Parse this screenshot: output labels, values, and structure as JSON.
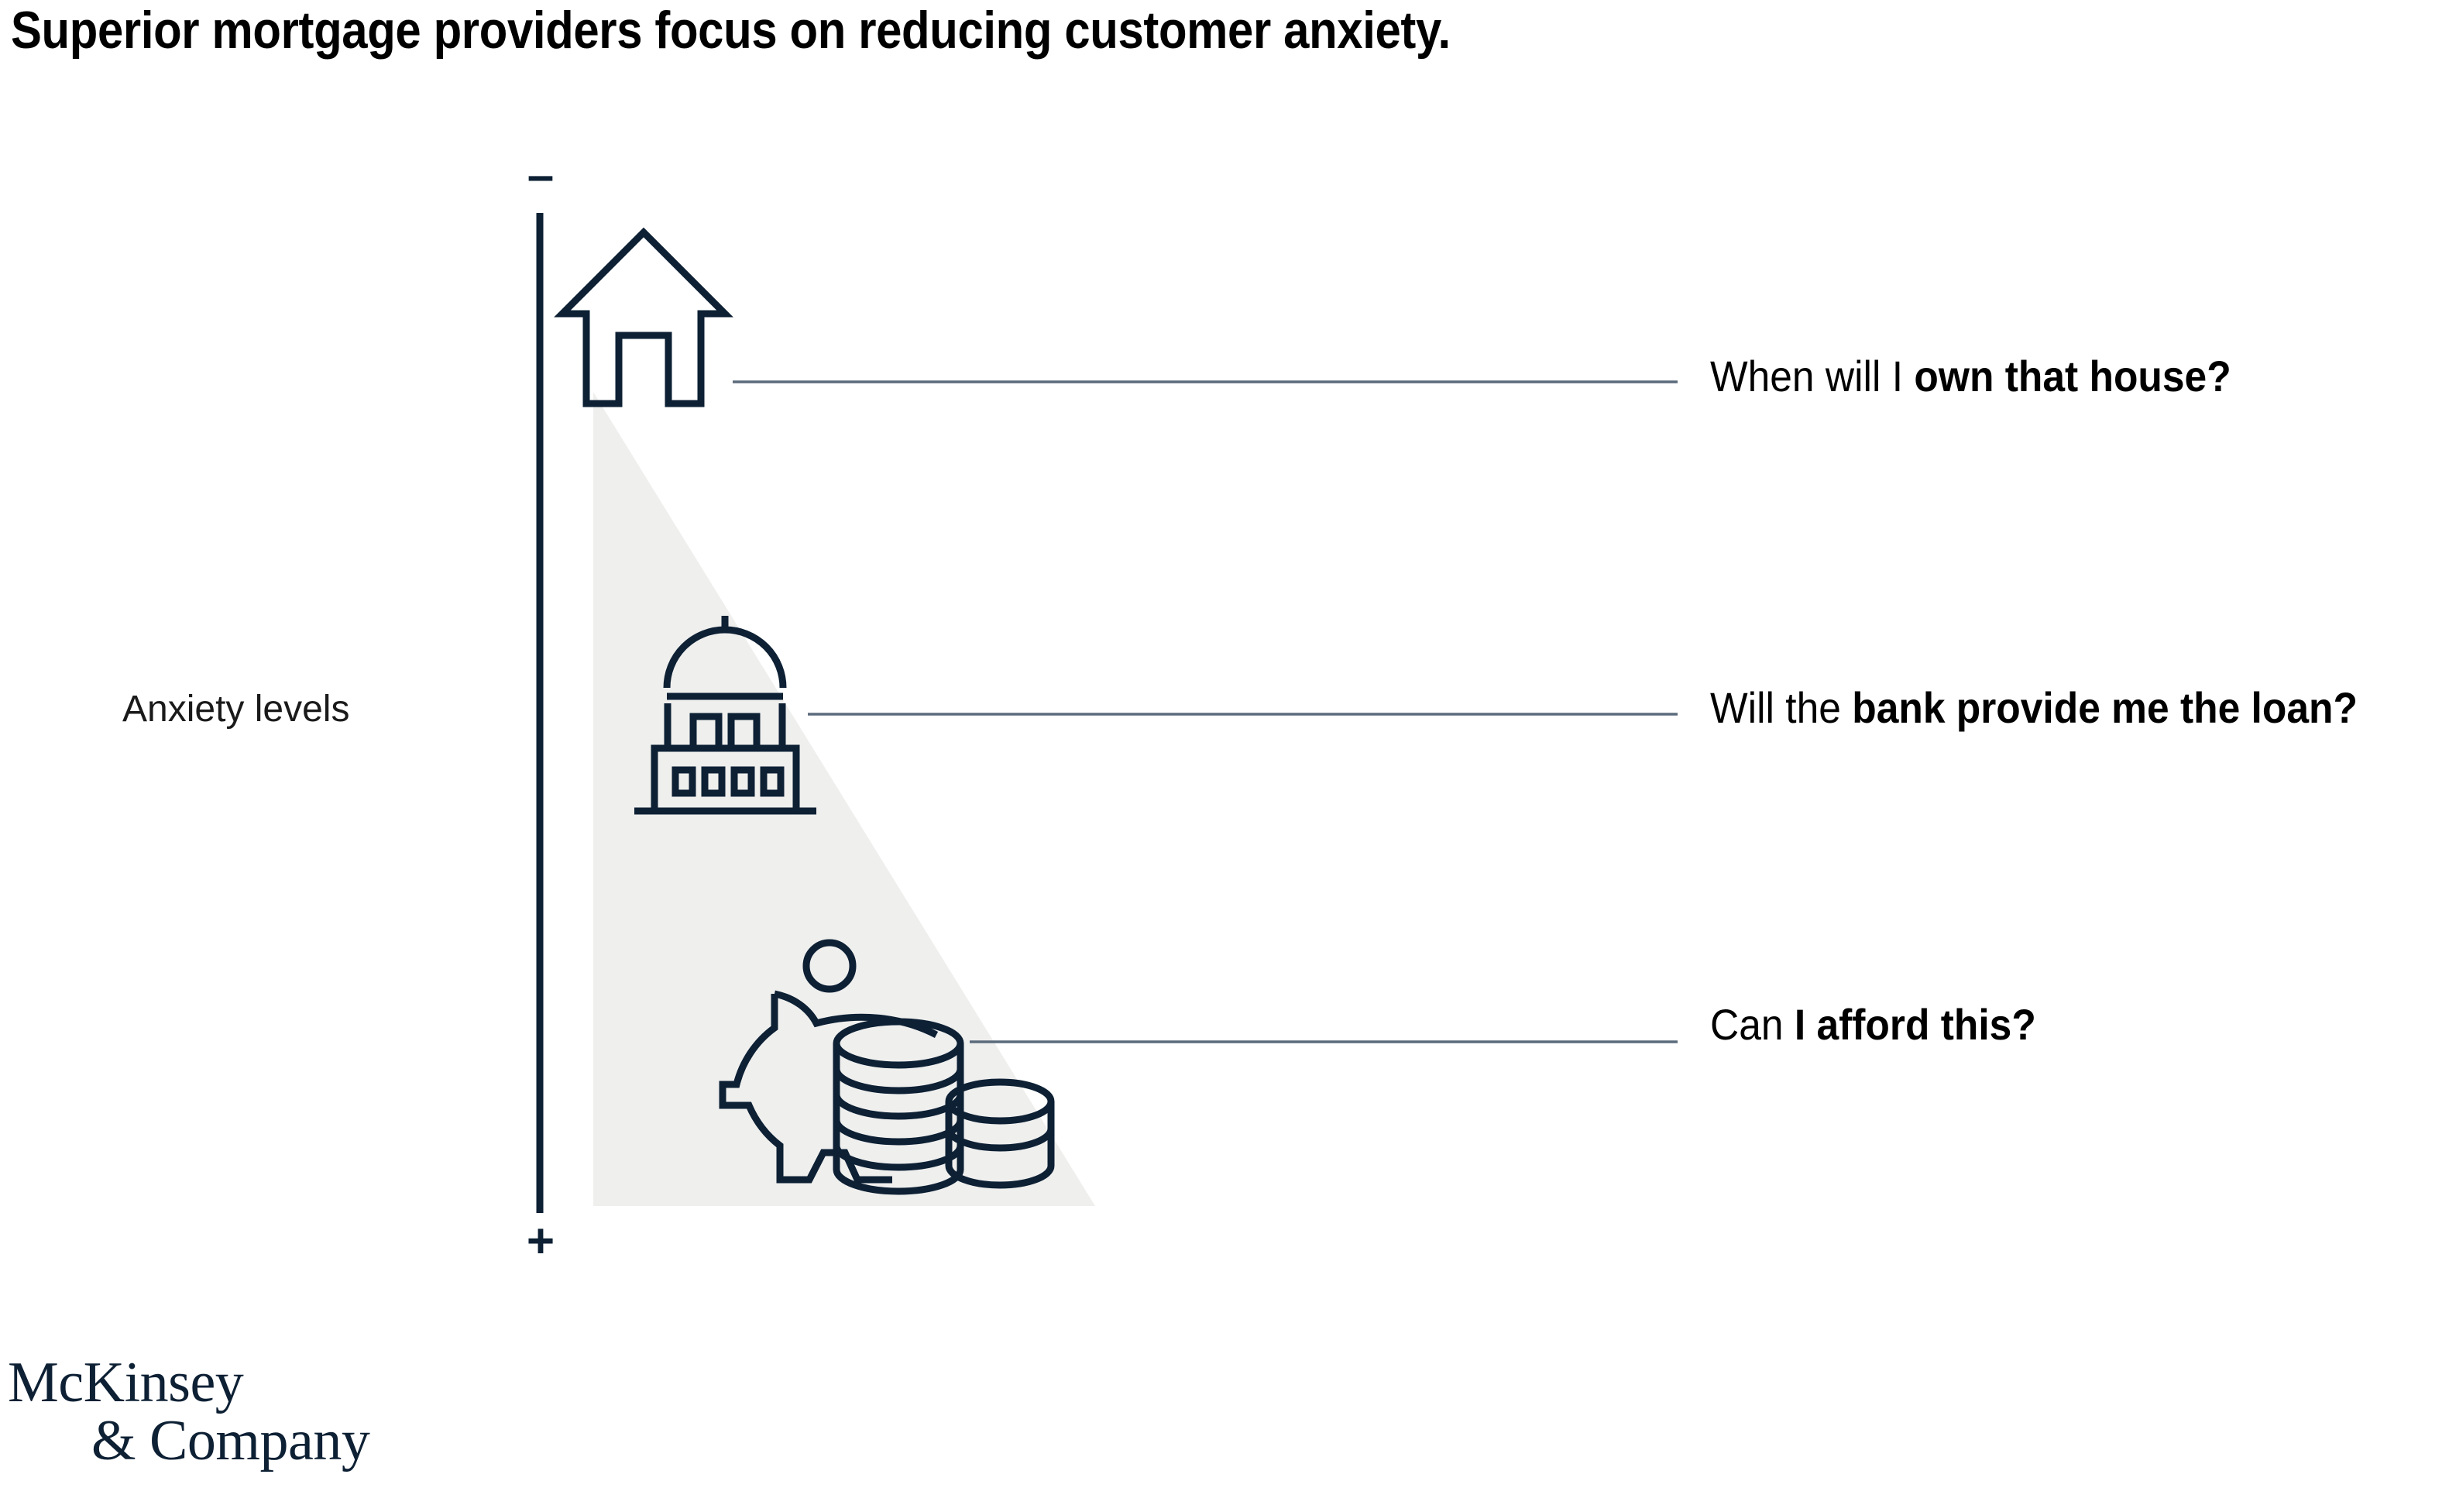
{
  "title": "Superior mortgage providers focus on reducing customer anxiety.",
  "axis": {
    "title": "Anxiety levels",
    "top_cap": "–",
    "bottom_cap": "+",
    "top_cap_name": "minus-sign",
    "bottom_cap_name": "plus-sign",
    "orientation": "vertical",
    "direction_note": "low anxiety at top, high anxiety at bottom"
  },
  "colors": {
    "ink": "#0d2034",
    "text": "#000000",
    "wedge_fill": "#efefee",
    "connector": "#5b6b7c",
    "background": "#ffffff"
  },
  "callouts": [
    {
      "icon": "house-icon",
      "lead": "When will I ",
      "emph": "own that house?",
      "full": "When will I own that house?"
    },
    {
      "icon": "bank-building-icon",
      "lead": "Will the ",
      "emph": "bank provide me the loan?",
      "full": "Will the bank provide me the loan?"
    },
    {
      "icon": "piggy-bank-coins-icon",
      "lead": "Can ",
      "emph": "I afford this?",
      "full": "Can I afford this?"
    }
  ],
  "brand": {
    "line1": "McKinsey",
    "line2": "& Company"
  },
  "chart_data": {
    "type": "diagram",
    "title": "Superior mortgage providers focus on reducing customer anxiety.",
    "ylabel": "Anxiety levels",
    "ylim_labels": [
      "–",
      "+"
    ],
    "grid": false,
    "legend": "none",
    "categories": [
      "When will I own that house?",
      "Will the bank provide me the loan?",
      "Can I afford this?"
    ],
    "values": [
      1,
      2,
      3
    ],
    "value_meaning": "relative anxiety rank; wedge widens toward higher anxiety",
    "annotations": [
      "house-icon at lowest anxiety",
      "bank-building-icon at mid anxiety",
      "piggy-bank-coins-icon at highest anxiety"
    ]
  }
}
